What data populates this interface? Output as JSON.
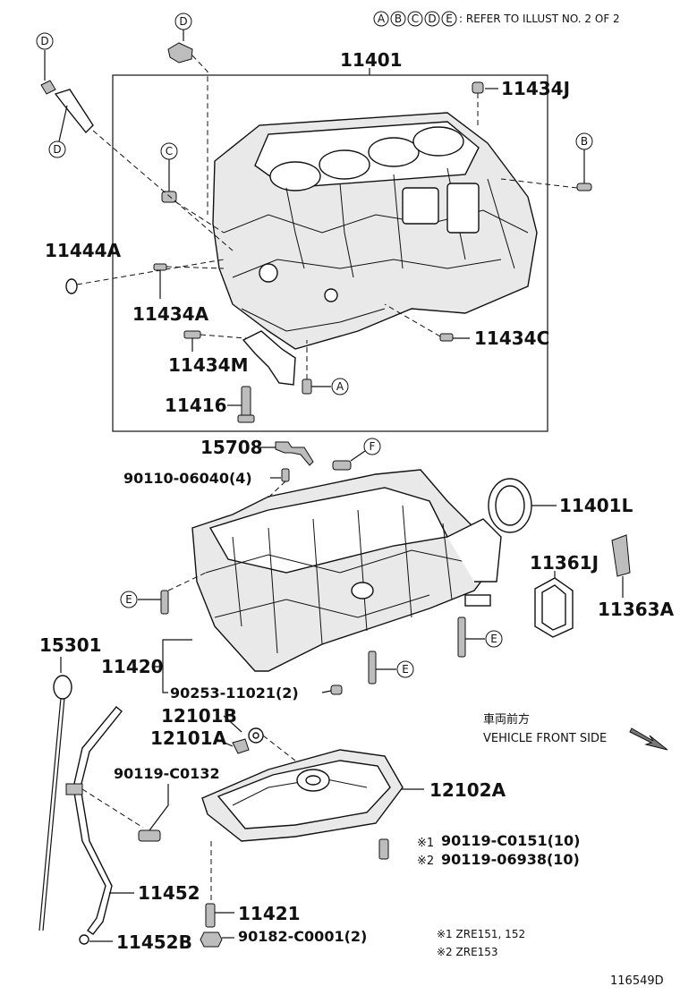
{
  "header_note": {
    "letters": [
      "A",
      "B",
      "C",
      "D",
      "E"
    ],
    "text": ": REFER TO ILLUST NO. 2 OF 2"
  },
  "parts": {
    "p11401": "11401",
    "p11434J": "11434J",
    "p11444A": "11444A",
    "p11434A": "11434A",
    "p11434M": "11434M",
    "p11434C": "11434C",
    "p11416": "11416",
    "p15708": "15708",
    "p90110": "90110-06040(4)",
    "p11401L": "11401L",
    "p11361J": "11361J",
    "p11363A": "11363A",
    "p15301": "15301",
    "p11420": "11420",
    "p90253": "90253-11021(2)",
    "p12101B": "12101B",
    "p12101A": "12101A",
    "p90119c0132": "90119-C0132",
    "p12102A": "12102A",
    "p90119c0151": "90119-C0151(10)",
    "p90119_06938": "90119-06938(10)",
    "p11452": "11452",
    "p11421": "11421",
    "p90182": "90182-C0001(2)",
    "p11452B": "11452B"
  },
  "callouts": {
    "d1": "D",
    "d2": "D",
    "d3": "D",
    "c1": "C",
    "b1": "B",
    "a1": "A",
    "f1": "F",
    "e1": "E",
    "e2": "E",
    "e3": "E"
  },
  "marks": {
    "m1": "※1",
    "m2": "※2"
  },
  "front": {
    "jp": "車両前方",
    "en": "VEHICLE FRONT SIDE"
  },
  "footnotes": {
    "n1": "※1 ZRE151, 152",
    "n2": "※2 ZRE153"
  },
  "illustration_id": "116549D"
}
